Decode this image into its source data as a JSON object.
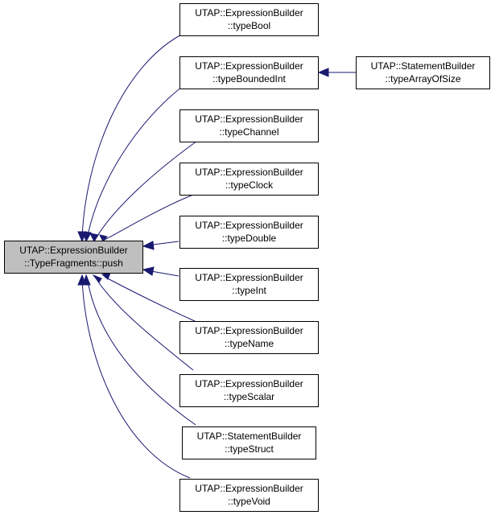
{
  "nodes": {
    "push": {
      "line1": "UTAP::ExpressionBuilder",
      "line2": "::TypeFragments::push"
    },
    "typeBool": {
      "line1": "UTAP::ExpressionBuilder",
      "line2": "::typeBool"
    },
    "typeBoundedInt": {
      "line1": "UTAP::ExpressionBuilder",
      "line2": "::typeBoundedInt"
    },
    "typeArrayOfSize": {
      "line1": "UTAP::StatementBuilder",
      "line2": "::typeArrayOfSize"
    },
    "typeChannel": {
      "line1": "UTAP::ExpressionBuilder",
      "line2": "::typeChannel"
    },
    "typeClock": {
      "line1": "UTAP::ExpressionBuilder",
      "line2": "::typeClock"
    },
    "typeDouble": {
      "line1": "UTAP::ExpressionBuilder",
      "line2": "::typeDouble"
    },
    "typeInt": {
      "line1": "UTAP::ExpressionBuilder",
      "line2": "::typeInt"
    },
    "typeName": {
      "line1": "UTAP::ExpressionBuilder",
      "line2": "::typeName"
    },
    "typeScalar": {
      "line1": "UTAP::ExpressionBuilder",
      "line2": "::typeScalar"
    },
    "typeStruct": {
      "line1": "UTAP::StatementBuilder",
      "line2": "::typeStruct"
    },
    "typeVoid": {
      "line1": "UTAP::ExpressionBuilder",
      "line2": "::typeVoid"
    }
  },
  "edges": [
    {
      "from": "typeBool",
      "to": "push"
    },
    {
      "from": "typeBoundedInt",
      "to": "push"
    },
    {
      "from": "typeChannel",
      "to": "push"
    },
    {
      "from": "typeClock",
      "to": "push"
    },
    {
      "from": "typeDouble",
      "to": "push"
    },
    {
      "from": "typeInt",
      "to": "push"
    },
    {
      "from": "typeName",
      "to": "push"
    },
    {
      "from": "typeScalar",
      "to": "push"
    },
    {
      "from": "typeStruct",
      "to": "push"
    },
    {
      "from": "typeVoid",
      "to": "push"
    },
    {
      "from": "typeArrayOfSize",
      "to": "typeBoundedInt"
    }
  ],
  "colors": {
    "edge": "#191970",
    "root_fill": "#bfbfbf",
    "node_fill": "#ffffff",
    "border": "#000000"
  }
}
